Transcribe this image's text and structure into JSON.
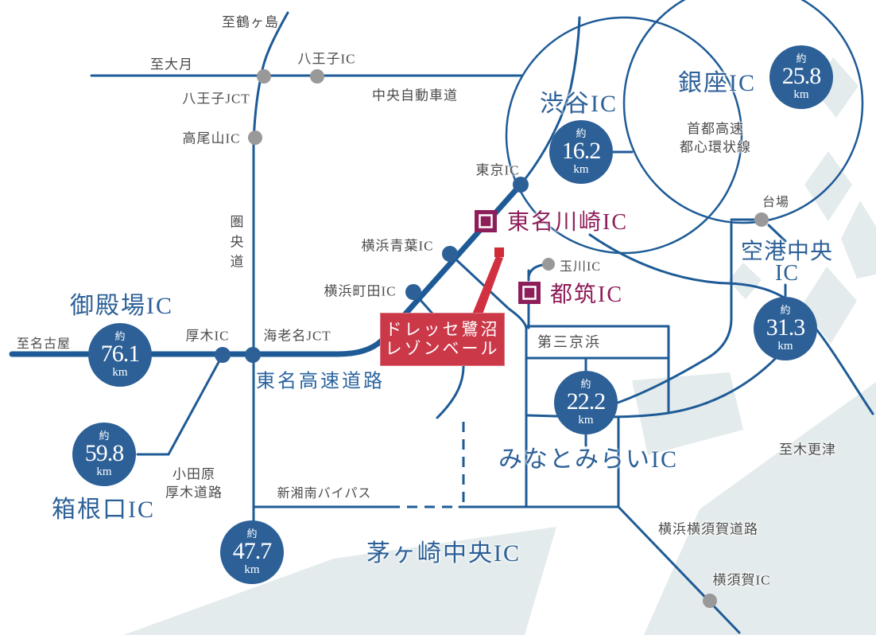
{
  "title": "ドレッセ鷺沼 レゾンベール 高速道路アクセスマップ",
  "property": {
    "line1": "ドレッセ鷺沼",
    "line2": "レゾンベール"
  },
  "labels": {
    "to_tsurugashima": "至鶴ヶ島",
    "to_otsuki": "至大月",
    "hachioji_ic": "八王子IC",
    "hachioji_jct": "八王子JCT",
    "chuo_expressway": "中央自動車道",
    "takaosan_ic": "高尾山IC",
    "kenodo": "圏央道",
    "shibuya_ic": "渋谷IC",
    "ginza_ic": "銀座IC",
    "shuto_kosoku_line1": "首都高速",
    "shuto_kosoku_line2": "都心環状線",
    "tokyo_ic": "東京IC",
    "daiba": "台場",
    "tomei_kawasaki_ic": "東名川崎IC",
    "yokohama_aoba_ic": "横浜青葉IC",
    "tamagawa_ic": "玉川IC",
    "tsuzuki_ic": "都筑IC",
    "kuko_chuo_line1": "空港中央",
    "kuko_chuo_line2": "IC",
    "yokohama_machida_ic": "横浜町田IC",
    "gotemba_ic": "御殿場IC",
    "to_nagoya": "至名古屋",
    "atsugi_ic": "厚木IC",
    "ebina_jct": "海老名JCT",
    "tomei_expressway": "東名高速道路",
    "daisan_keihin": "第三京浜",
    "minatomirai_ic": "みなとみらいIC",
    "hakoneguchi_ic": "箱根口IC",
    "odawara_atsugi_line1": "小田原",
    "odawara_atsugi_line2": "厚木道路",
    "shin_shonan_bypass": "新湘南バイパス",
    "chigasaki_chuo_ic": "茅ヶ崎中央IC",
    "to_kisarazu": "至木更津",
    "yokohama_yokosuka_road": "横浜横須賀道路",
    "yokosuka_ic": "横須賀IC"
  },
  "badges": {
    "shibuya": {
      "approx": "約",
      "value": "16.2",
      "unit": "km"
    },
    "ginza": {
      "approx": "約",
      "value": "25.8",
      "unit": "km"
    },
    "kuko_chuo": {
      "approx": "約",
      "value": "31.3",
      "unit": "km"
    },
    "minatomirai": {
      "approx": "約",
      "value": "22.2",
      "unit": "km"
    },
    "gotemba": {
      "approx": "約",
      "value": "76.1",
      "unit": "km"
    },
    "hakoneguchi": {
      "approx": "約",
      "value": "59.8",
      "unit": "km"
    },
    "chigasaki": {
      "approx": "約",
      "value": "47.7",
      "unit": "km"
    }
  },
  "colors": {
    "road_blue": "#1e5b96",
    "badge_blue": "#2c6097",
    "ic_maroon": "#8e1e59",
    "property_red": "#cb3848",
    "gray_text": "#4c4c4c",
    "land_pale": "#e4ebec",
    "dot_gray": "#999999"
  }
}
